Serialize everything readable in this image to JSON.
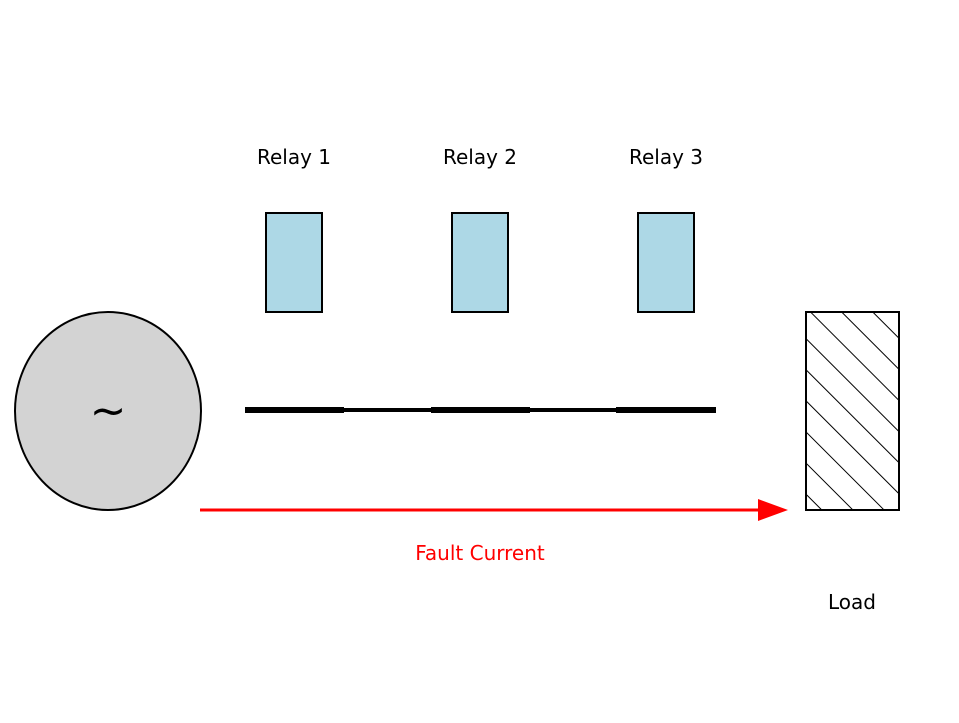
{
  "source": {
    "symbol": "~",
    "fill": "#d3d3d3"
  },
  "relays": [
    {
      "label": "Relay 1"
    },
    {
      "label": "Relay 2"
    },
    {
      "label": "Relay 3"
    }
  ],
  "relay_fill": "#add8e6",
  "fault": {
    "label": "Fault Current",
    "color": "#ff0000"
  },
  "load": {
    "label": "Load"
  }
}
